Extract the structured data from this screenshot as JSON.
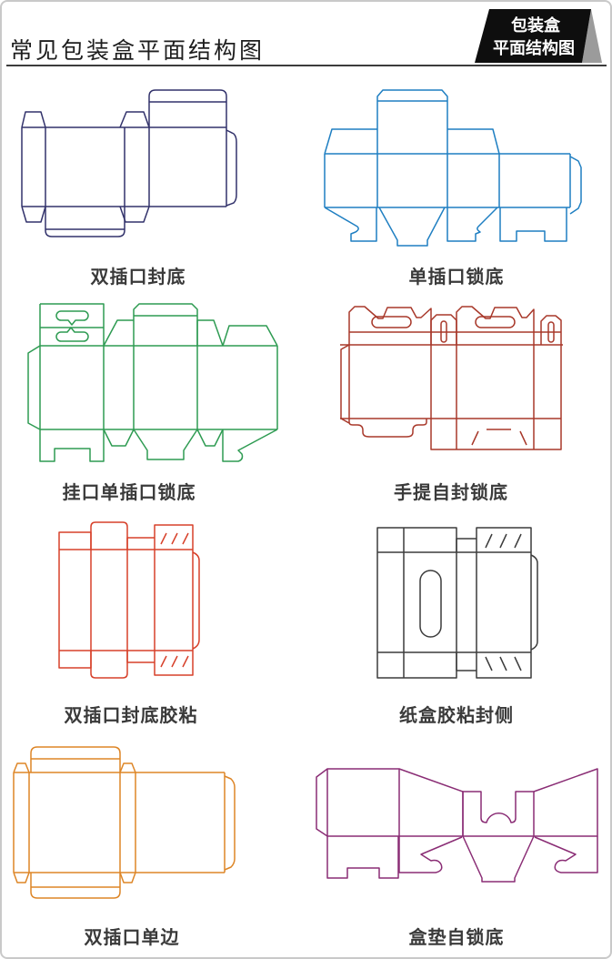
{
  "header": {
    "title": "常见包装盒平面结构图",
    "badge_line1": "包装盒",
    "badge_line2": "平面结构图",
    "badge_bg": "#0e0e0e",
    "badge_fold": "#9b9b9b",
    "divider_color": "#3c3c3c"
  },
  "diagrams": [
    {
      "label": "双插口封底",
      "color": "#32326b"
    },
    {
      "label": "单插口锁底",
      "color": "#1f7fc2"
    },
    {
      "label": "挂口单插口锁底",
      "color": "#2e9b52"
    },
    {
      "label": "手提自封锁底",
      "color": "#a8382a"
    },
    {
      "label": "双插口封底胶粘",
      "color": "#d7402a"
    },
    {
      "label": "纸盒胶粘封侧",
      "color": "#3c3c3c"
    },
    {
      "label": "双插口单边",
      "color": "#dd8526"
    },
    {
      "label": "盒垫自锁底",
      "color": "#8a2d75"
    }
  ]
}
